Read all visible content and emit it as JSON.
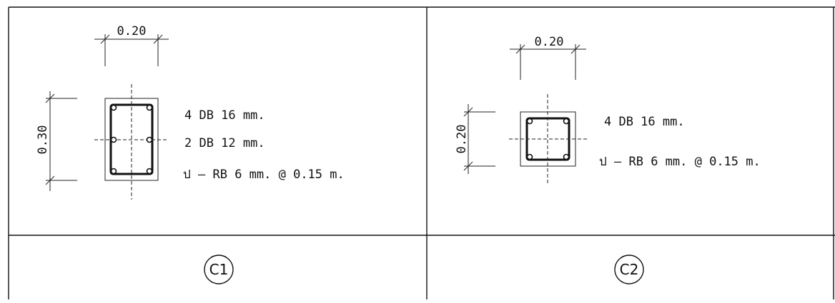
{
  "c1": {
    "width_dim": "0.20",
    "height_dim": "0.30",
    "rebar_main": "4 DB 16 mm.",
    "rebar_side": "2 DB 12 mm.",
    "stirrup": "ป – RB 6 mm. @ 0.15 m.",
    "tag": "C1"
  },
  "c2": {
    "width_dim": "0.20",
    "height_dim": "0.20",
    "rebar_main": "4 DB 16 mm.",
    "stirrup": "ป – RB 6 mm. @ 0.15 m.",
    "tag": "C2"
  }
}
